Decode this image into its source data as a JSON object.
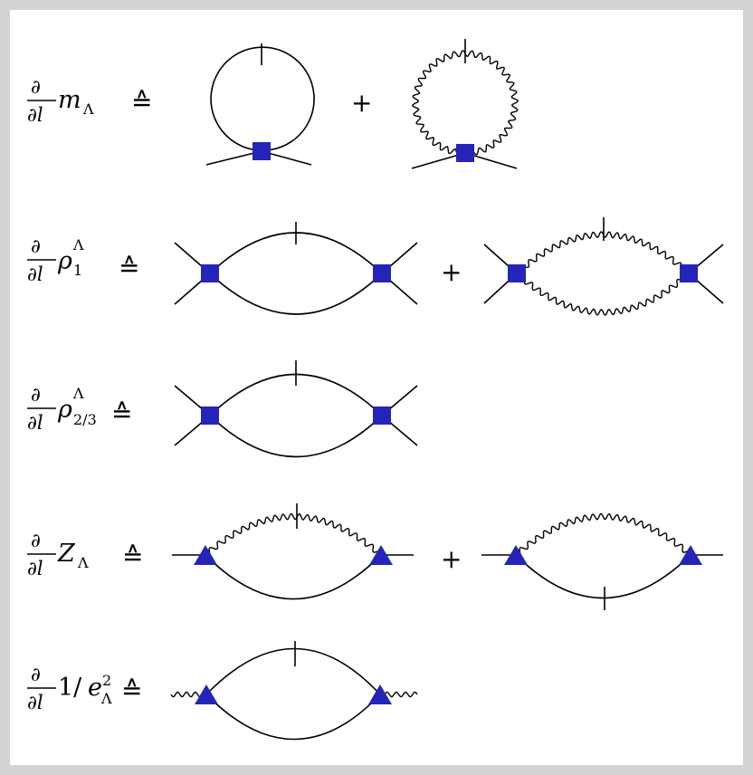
{
  "colors": {
    "vertex_fill": "#2424b8",
    "line": "#000000",
    "frame": "#d3d3d3",
    "background": "#ffffff"
  },
  "diagram": {
    "symbols": {
      "partial": "∂",
      "partial_l": "∂l",
      "equals_sign": "≙",
      "plus": "+"
    },
    "equations": [
      {
        "id": "mass",
        "lhs_symbol": "m",
        "lhs_subscript": "Λ",
        "lhs_superscript": "",
        "lhs_prefix": "",
        "terms": [
          "scalar-tadpole",
          "photon-tadpole"
        ]
      },
      {
        "id": "rho1",
        "lhs_symbol": "ρ",
        "lhs_subscript": "1",
        "lhs_superscript": "Λ",
        "lhs_prefix": "",
        "terms": [
          "scalar-bubble",
          "photon-bubble"
        ]
      },
      {
        "id": "rho23",
        "lhs_symbol": "ρ",
        "lhs_subscript": "2/3",
        "lhs_superscript": "Λ",
        "lhs_prefix": "",
        "terms": [
          "scalar-bubble"
        ]
      },
      {
        "id": "z",
        "lhs_symbol": "Z",
        "lhs_subscript": "Λ",
        "lhs_superscript": "",
        "lhs_prefix": "",
        "terms": [
          "photon-scalar-loop-cut-photon",
          "photon-scalar-loop-cut-scalar"
        ]
      },
      {
        "id": "charge",
        "lhs_symbol": "e",
        "lhs_subscript": "Λ",
        "lhs_superscript": "2",
        "lhs_prefix": "1/",
        "terms": [
          "vacuum-polarization"
        ]
      }
    ]
  }
}
